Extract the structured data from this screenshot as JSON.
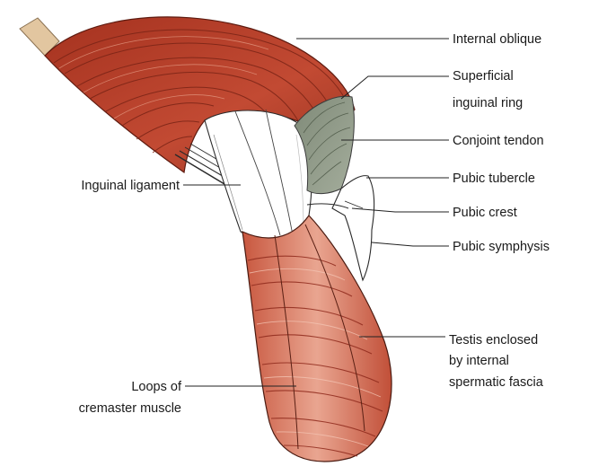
{
  "labels": {
    "internal_oblique": "Internal oblique",
    "superficial_ring_1": "Superficial",
    "superficial_ring_2": "inguinal ring",
    "conjoint_tendon": "Conjoint tendon",
    "pubic_tubercle": "Pubic tubercle",
    "pubic_crest": "Pubic crest",
    "pubic_symphysis": "Pubic symphysis",
    "inguinal_ligament": "Inguinal ligament",
    "testis_1": "Testis enclosed",
    "testis_2": "by internal",
    "testis_3": "spermatic fascia",
    "cremaster_1": "Loops of",
    "cremaster_2": "cremaster muscle"
  },
  "colors": {
    "muscle": "#b8402e",
    "muscle_dark": "#8f2a1c",
    "muscle_light": "#e6a38e",
    "tendon": "#8e9888",
    "cord_shade": "#d9d9d9",
    "aponeurosis": "#e2c6a0"
  }
}
